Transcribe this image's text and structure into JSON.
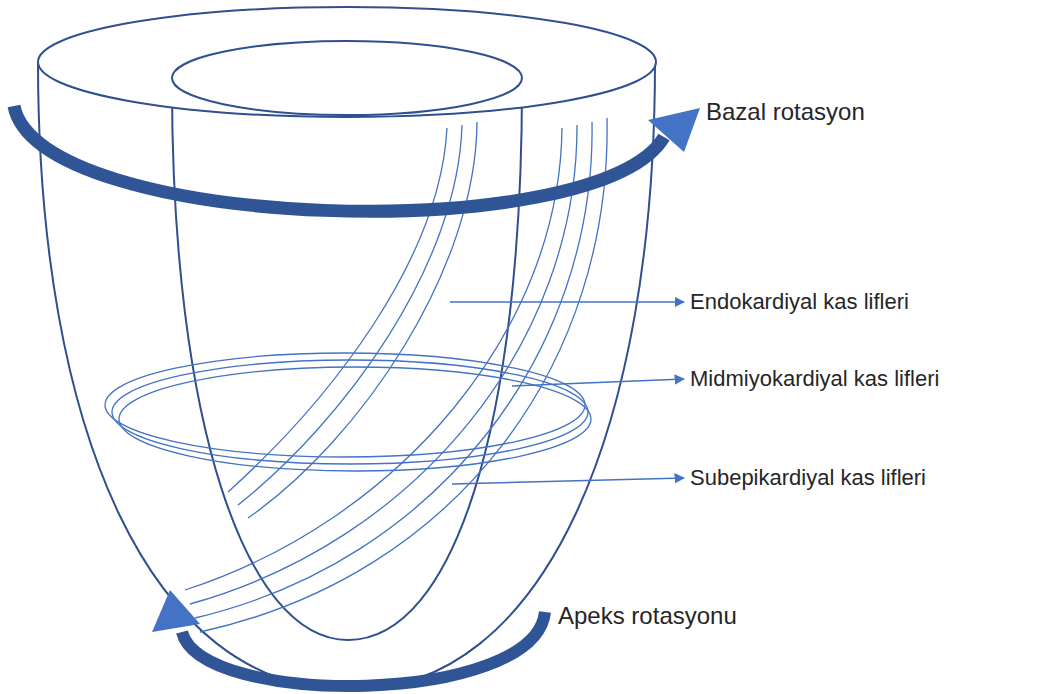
{
  "diagram": {
    "labels": [
      "Bazal rotasyon",
      "Endokardiyal kas lifleri",
      "Midmiyokardiyal kas lifleri",
      "Subepikardiyal kas lifleri",
      "Apeks rotasyonu"
    ]
  }
}
